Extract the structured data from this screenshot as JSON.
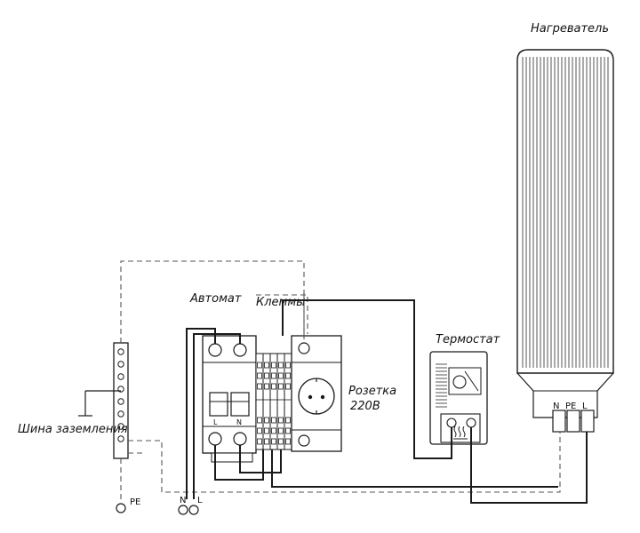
{
  "labels": {
    "heater": "Нагреватель",
    "breaker": "Автомат",
    "terminals": "Клеммы",
    "thermostat": "Термостат",
    "socket_line1": "Розетка",
    "socket_line2": "220В",
    "ground_bus": "Шина заземления"
  },
  "terminals": {
    "pe": "PE",
    "n": "N",
    "l": "L"
  },
  "heater_terminals": {
    "n": "N",
    "pe": "PE",
    "l": "L"
  },
  "breaker_marks": {
    "l": "L",
    "n": "N"
  },
  "icons": [
    "ground-symbol-icon",
    "heating-symbol-icon",
    "socket-icon"
  ],
  "colors": {
    "line": "#1a1a1a",
    "dashed": "#555555",
    "background": "#ffffff"
  }
}
